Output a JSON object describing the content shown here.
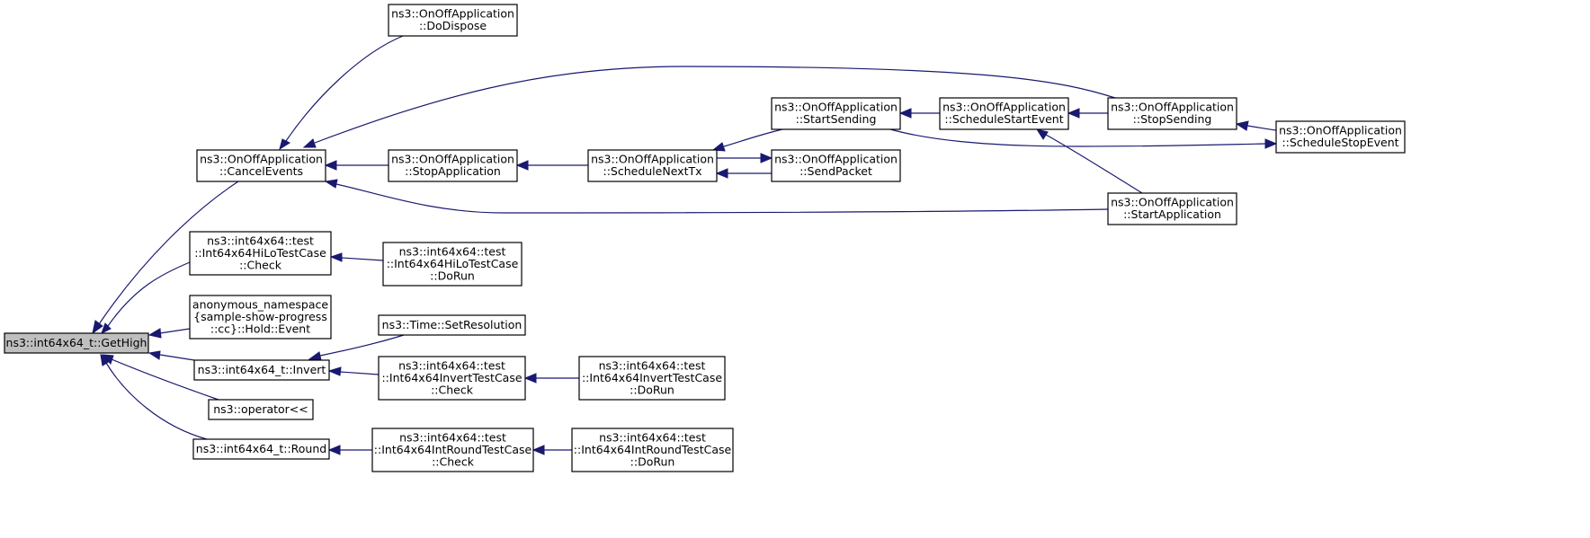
{
  "graph": {
    "nodes": [
      {
        "id": "gethigh",
        "lines": [
          "ns3::int64x64_t::GetHigh"
        ],
        "highlighted": true
      },
      {
        "id": "dodispose",
        "lines": [
          "ns3::OnOffApplication",
          "::DoDispose"
        ]
      },
      {
        "id": "cancelevents",
        "lines": [
          "ns3::OnOffApplication",
          "::CancelEvents"
        ]
      },
      {
        "id": "stopapplication",
        "lines": [
          "ns3::OnOffApplication",
          "::StopApplication"
        ]
      },
      {
        "id": "schedulenexttx",
        "lines": [
          "ns3::OnOffApplication",
          "::ScheduleNextTx"
        ]
      },
      {
        "id": "startsending",
        "lines": [
          "ns3::OnOffApplication",
          "::StartSending"
        ]
      },
      {
        "id": "sendpacket",
        "lines": [
          "ns3::OnOffApplication",
          "::SendPacket"
        ]
      },
      {
        "id": "schedulestartevent",
        "lines": [
          "ns3::OnOffApplication",
          "::ScheduleStartEvent"
        ]
      },
      {
        "id": "stopsending",
        "lines": [
          "ns3::OnOffApplication",
          "::StopSending"
        ]
      },
      {
        "id": "schedulestopevent",
        "lines": [
          "ns3::OnOffApplication",
          "::ScheduleStopEvent"
        ]
      },
      {
        "id": "startapplication",
        "lines": [
          "ns3::OnOffApplication",
          "::StartApplication"
        ]
      },
      {
        "id": "hilocheck",
        "lines": [
          "ns3::int64x64::test",
          "::Int64x64HiLoTestCase",
          "::Check"
        ]
      },
      {
        "id": "hilodorun",
        "lines": [
          "ns3::int64x64::test",
          "::Int64x64HiLoTestCase",
          "::DoRun"
        ]
      },
      {
        "id": "holdevent",
        "lines": [
          "anonymous_namespace",
          "{sample-show-progress",
          "::cc}::Hold::Event"
        ]
      },
      {
        "id": "invert",
        "lines": [
          "ns3::int64x64_t::Invert"
        ]
      },
      {
        "id": "setresolution",
        "lines": [
          "ns3::Time::SetResolution"
        ]
      },
      {
        "id": "invertcheck",
        "lines": [
          "ns3::int64x64::test",
          "::Int64x64InvertTestCase",
          "::Check"
        ]
      },
      {
        "id": "invertdorun",
        "lines": [
          "ns3::int64x64::test",
          "::Int64x64InvertTestCase",
          "::DoRun"
        ]
      },
      {
        "id": "operatorshl",
        "lines": [
          "ns3::operator<<"
        ]
      },
      {
        "id": "round",
        "lines": [
          "ns3::int64x64_t::Round"
        ]
      },
      {
        "id": "roundcheck",
        "lines": [
          "ns3::int64x64::test",
          "::Int64x64IntRoundTestCase",
          "::Check"
        ]
      },
      {
        "id": "rounddorun",
        "lines": [
          "ns3::int64x64::test",
          "::Int64x64IntRoundTestCase",
          "::DoRun"
        ]
      }
    ],
    "edges": [
      {
        "from": "cancelevents",
        "to": "gethigh"
      },
      {
        "from": "hilocheck",
        "to": "gethigh"
      },
      {
        "from": "holdevent",
        "to": "gethigh"
      },
      {
        "from": "invert",
        "to": "gethigh"
      },
      {
        "from": "operatorshl",
        "to": "gethigh"
      },
      {
        "from": "round",
        "to": "gethigh"
      },
      {
        "from": "dodispose",
        "to": "cancelevents"
      },
      {
        "from": "stopsending",
        "to": "cancelevents"
      },
      {
        "from": "stopapplication",
        "to": "cancelevents"
      },
      {
        "from": "startapplication",
        "to": "cancelevents"
      },
      {
        "from": "schedulenexttx",
        "to": "stopapplication"
      },
      {
        "from": "startsending",
        "to": "schedulenexttx"
      },
      {
        "from": "sendpacket",
        "to": "schedulenexttx"
      },
      {
        "from": "schedulenexttx",
        "to": "sendpacket"
      },
      {
        "from": "schedulestartevent",
        "to": "startsending"
      },
      {
        "from": "stopsending",
        "to": "schedulestartevent"
      },
      {
        "from": "startapplication",
        "to": "schedulestartevent"
      },
      {
        "from": "schedulestopevent",
        "to": "stopsending"
      },
      {
        "from": "startsending",
        "to": "schedulestopevent"
      },
      {
        "from": "hilodorun",
        "to": "hilocheck"
      },
      {
        "from": "setresolution",
        "to": "invert"
      },
      {
        "from": "invertcheck",
        "to": "invert"
      },
      {
        "from": "invertdorun",
        "to": "invertcheck"
      },
      {
        "from": "roundcheck",
        "to": "round"
      },
      {
        "from": "rounddorun",
        "to": "roundcheck"
      }
    ]
  },
  "colors": {
    "edge": "#191970",
    "node_border": "#000000",
    "node_fill": "#ffffff",
    "root_fill": "#bfbfbf"
  }
}
